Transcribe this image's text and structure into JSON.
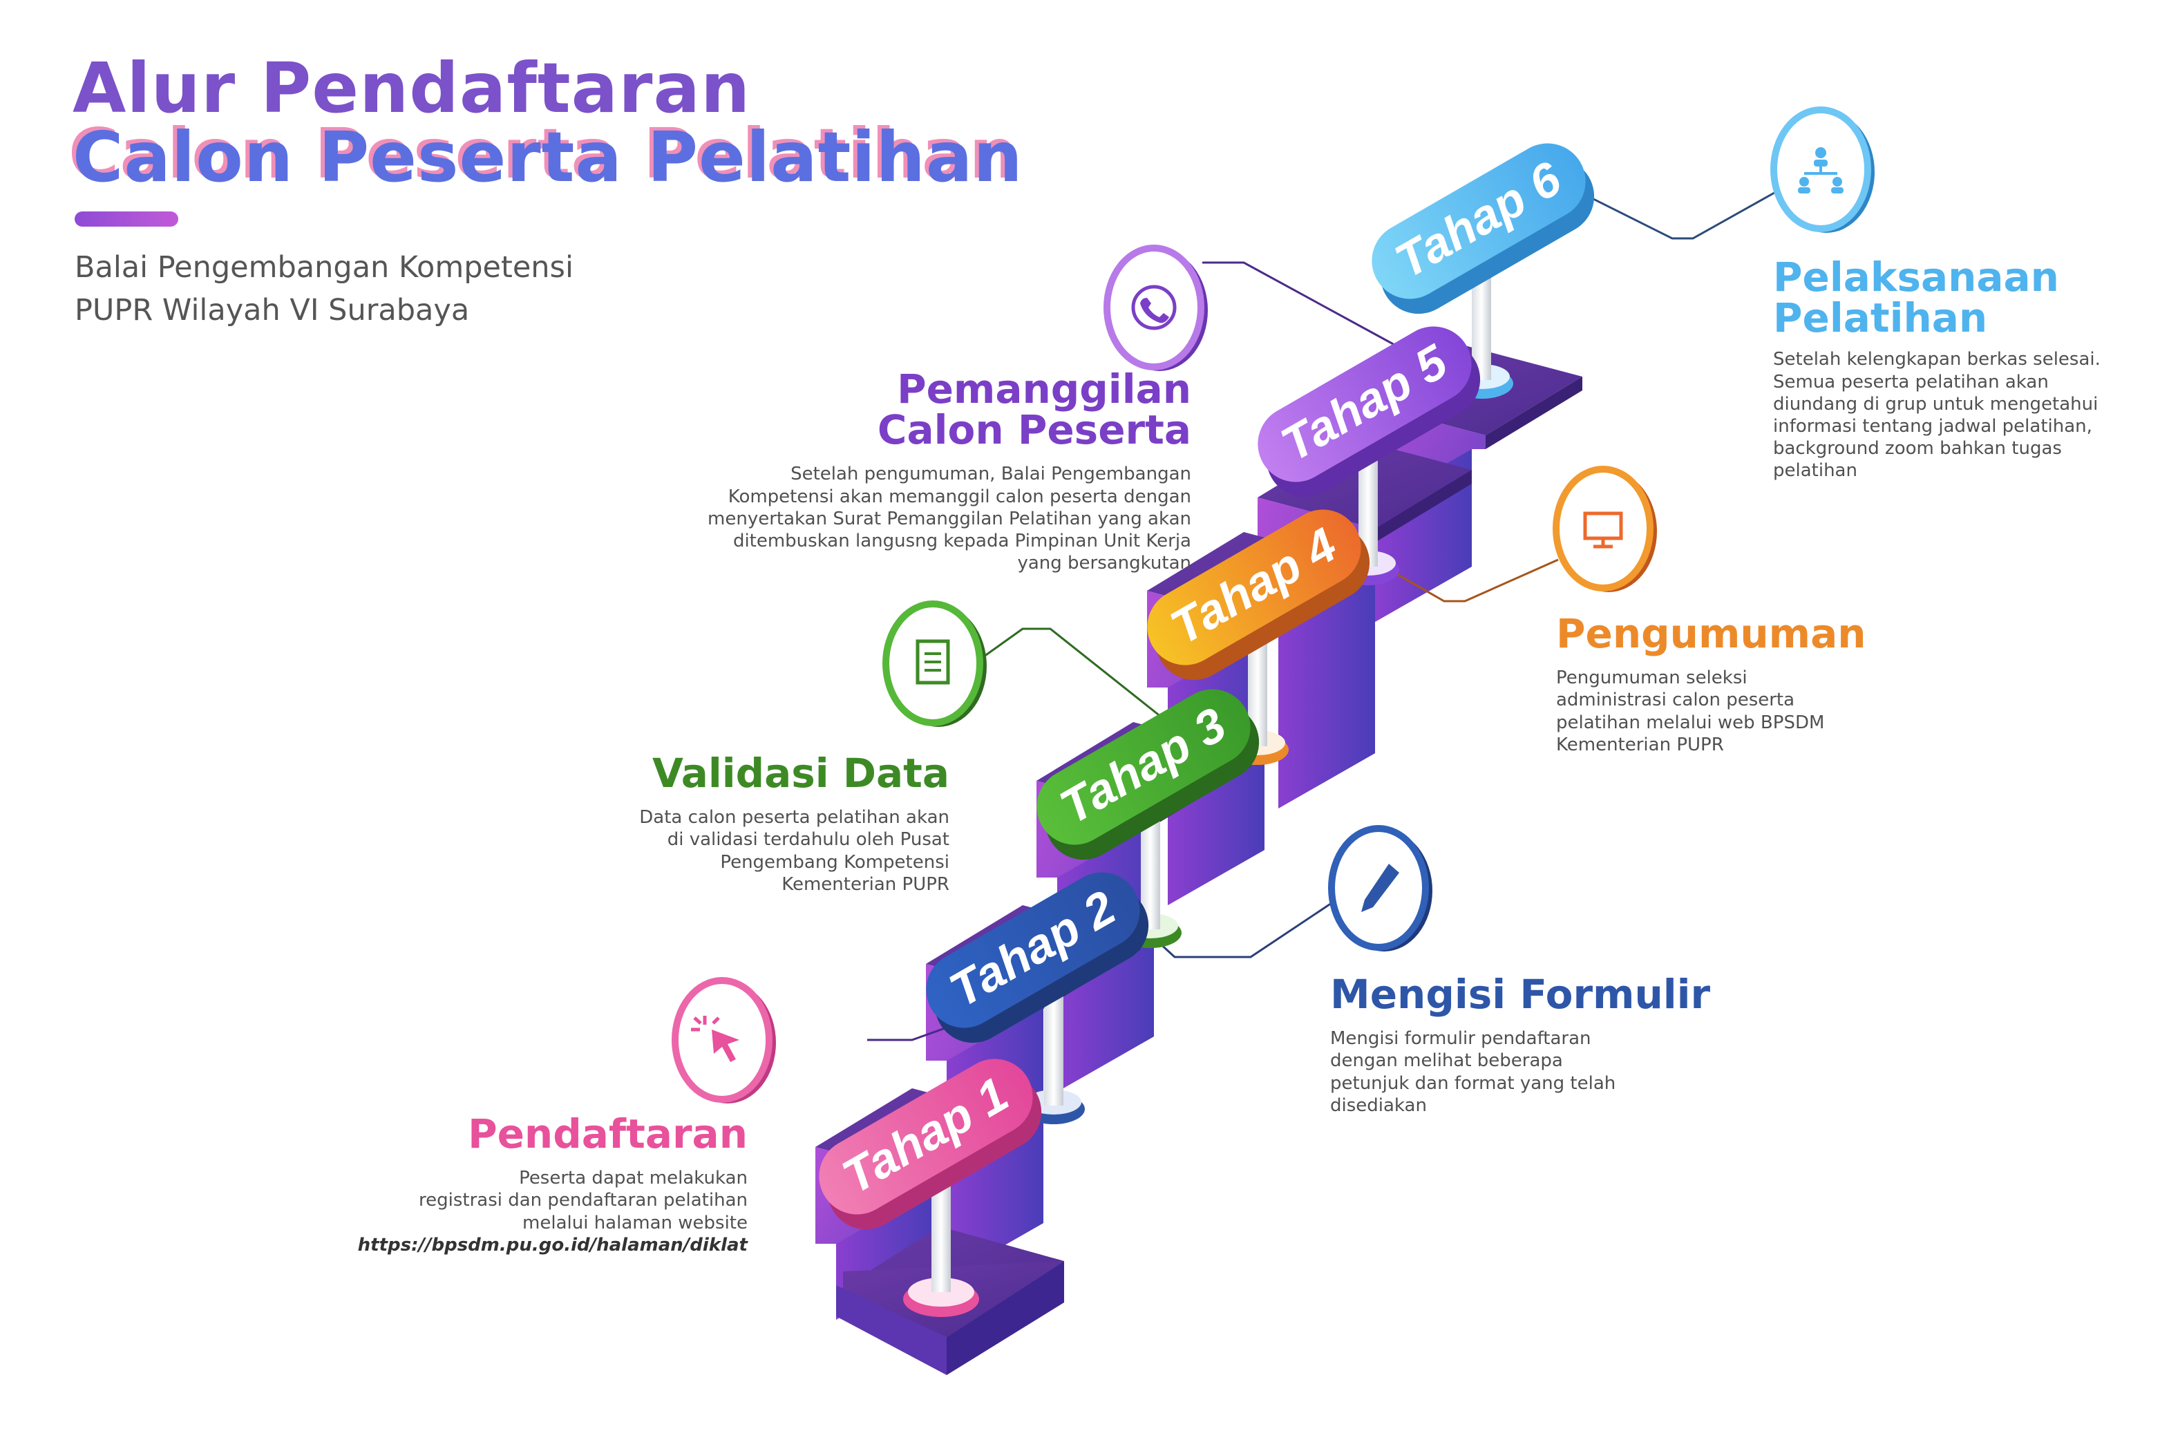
{
  "header": {
    "title_line1": "Alur Pendaftaran",
    "title_line2": "Calon Peserta Pelatihan",
    "subtitle_line1": "Balai Pengembangan Kompetensi",
    "subtitle_line2": "PUPR Wilayah VI Surabaya"
  },
  "steps": [
    {
      "label": "Tahap 1",
      "title": "Pendaftaran",
      "color": "#e8519b",
      "icon": "cursor-click-icon",
      "desc": [
        "Peserta dapat melakukan",
        "registrasi dan pendaftaran pelatihan",
        "melalui halaman website"
      ],
      "url": "https://bpsdm.pu.go.id/halaman/diklat"
    },
    {
      "label": "Tahap 2",
      "title": "Mengisi Formulir",
      "color": "#2e56a8",
      "icon": "pencil-icon",
      "desc": [
        "Mengisi formulir pendaftaran",
        "dengan melihat beberapa",
        "petunjuk dan format yang telah",
        "disediakan"
      ]
    },
    {
      "label": "Tahap 3",
      "title": "Validasi Data",
      "color": "#3d8a25",
      "icon": "document-icon",
      "desc": [
        "Data calon peserta pelatihan akan",
        "di validasi terdahulu oleh Pusat",
        "Pengembang Kompetensi",
        "Kementerian PUPR"
      ]
    },
    {
      "label": "Tahap 4",
      "title": "Pengumuman",
      "color": "#ec8a2a",
      "icon": "monitor-icon",
      "desc": [
        "Pengumuman seleksi",
        "administrasi calon peserta",
        "pelatihan melalui web BPSDM",
        "Kementerian PUPR"
      ]
    },
    {
      "label": "Tahap 5",
      "title_line1": "Pemanggilan",
      "title_line2": "Calon Peserta",
      "color": "#7a3fc6",
      "icon": "phone-icon",
      "desc": [
        "Setelah pengumuman, Balai Pengembangan",
        "Kompetensi akan memanggil calon peserta dengan",
        "menyertakan Surat Pemanggilan Pelatihan yang akan",
        "ditembuskan langusng kepada Pimpinan Unit Kerja",
        "yang bersangkutan"
      ]
    },
    {
      "label": "Tahap 6",
      "title_line1": "Pelaksanaan",
      "title_line2": "Pelatihan",
      "color": "#4fb3ee",
      "icon": "network-people-icon",
      "desc": [
        "Setelah kelengkapan berkas selesai.",
        "Semua peserta pelatihan akan",
        "diundang di grup untuk mengetahui",
        "informasi tentang jadwal pelatihan,",
        "background zoom bahkan tugas",
        "pelatihan"
      ]
    }
  ]
}
